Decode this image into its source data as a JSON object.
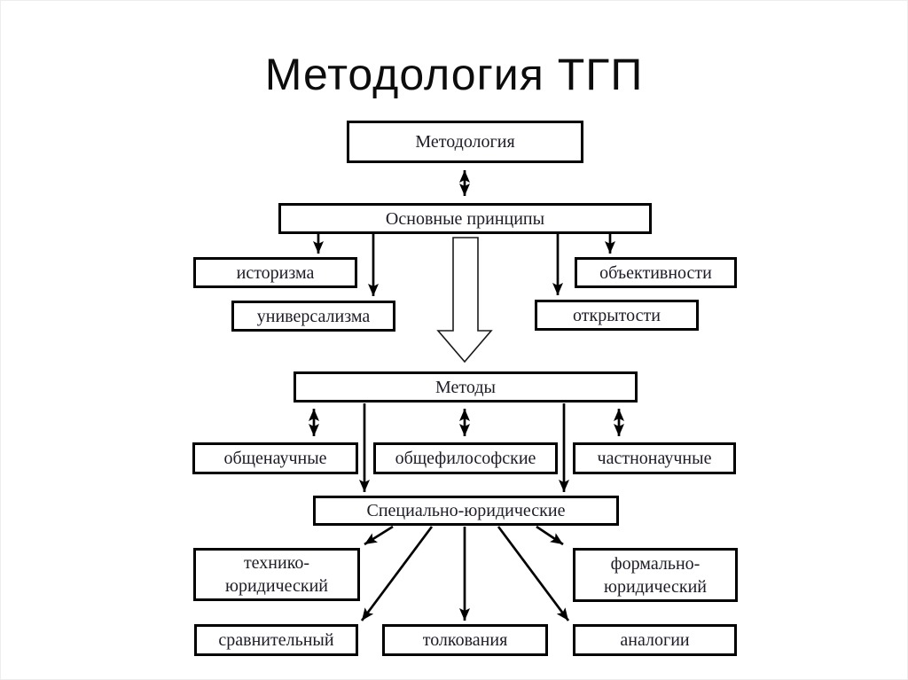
{
  "title": "Методология ТГП",
  "diagram": {
    "nodes": {
      "methodology": {
        "label": "Методология"
      },
      "principles": {
        "label": "Основные принципы"
      },
      "istorizma": {
        "label": "историзма"
      },
      "universalizma": {
        "label": "универсализма"
      },
      "obyektivnosti": {
        "label": "объективности"
      },
      "otkrytosti": {
        "label": "открытости"
      },
      "metody": {
        "label": "Методы"
      },
      "obshchenauchnye": {
        "label": "общенаучные"
      },
      "obshchefilosofskie": {
        "label": "общефилософские"
      },
      "chastnonauchnye": {
        "label": "частнонаучные"
      },
      "spetsialno": {
        "label": "Специально-юридические"
      },
      "tekhniko": {
        "line1": "технико-",
        "line2": "юридический"
      },
      "formalno": {
        "line1": "формально-",
        "line2": "юридический"
      },
      "sravnitelnyj": {
        "label": "сравнительный"
      },
      "tolkovaniya": {
        "label": "толкования"
      },
      "analogii": {
        "label": "аналогии"
      }
    },
    "connectors": [
      {
        "from": "Методология",
        "to": "Основные принципы",
        "type": "double-arrow"
      },
      {
        "from": "Основные принципы",
        "to": "историзма",
        "type": "arrow"
      },
      {
        "from": "Основные принципы",
        "to": "универсализма",
        "type": "arrow"
      },
      {
        "from": "Основные принципы",
        "to": "объективности",
        "type": "arrow"
      },
      {
        "from": "Основные принципы",
        "to": "открытости",
        "type": "arrow"
      },
      {
        "from": "Основные принципы",
        "to": "Методы",
        "type": "big-hollow-arrow"
      },
      {
        "from": "Методы",
        "to": "общенаучные",
        "type": "double-arrow"
      },
      {
        "from": "Методы",
        "to": "общефилософские",
        "type": "double-arrow"
      },
      {
        "from": "Методы",
        "to": "частнонаучные",
        "type": "double-arrow"
      },
      {
        "from": "Методы",
        "to": "Специально-юридические",
        "type": "arrow"
      },
      {
        "from": "Специально-юридические",
        "to": "технико-юридический",
        "type": "arrow"
      },
      {
        "from": "Специально-юридические",
        "to": "сравнительный",
        "type": "arrow"
      },
      {
        "from": "Специально-юридические",
        "to": "толкования",
        "type": "arrow"
      },
      {
        "from": "Специально-юридические",
        "to": "аналогии",
        "type": "arrow"
      },
      {
        "from": "Специально-юридические",
        "to": "формально-юридический",
        "type": "arrow"
      }
    ],
    "colors": {
      "background": "#ffffff",
      "line": "#000000",
      "box_border": "#000000",
      "box_fill": "#ffffff",
      "text": "#1c1c26",
      "title": "#0c0c0c"
    }
  }
}
